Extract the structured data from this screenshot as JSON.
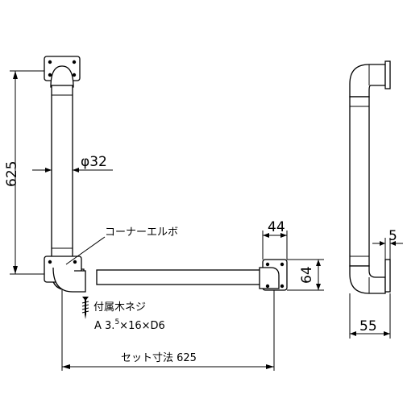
{
  "dimensions": {
    "height_vertical": "625",
    "diameter": "φ32",
    "width_44": "44",
    "height_64": "64",
    "offset_5": "5",
    "depth_55": "55",
    "set_size": "セット寸法 625"
  },
  "labels": {
    "corner_elbow": "コーナーエルボ",
    "screw_title": "付属木ネジ",
    "screw_spec_a": "A 3.",
    "screw_spec_sup": "5",
    "screw_spec_b": "×16×D6"
  }
}
